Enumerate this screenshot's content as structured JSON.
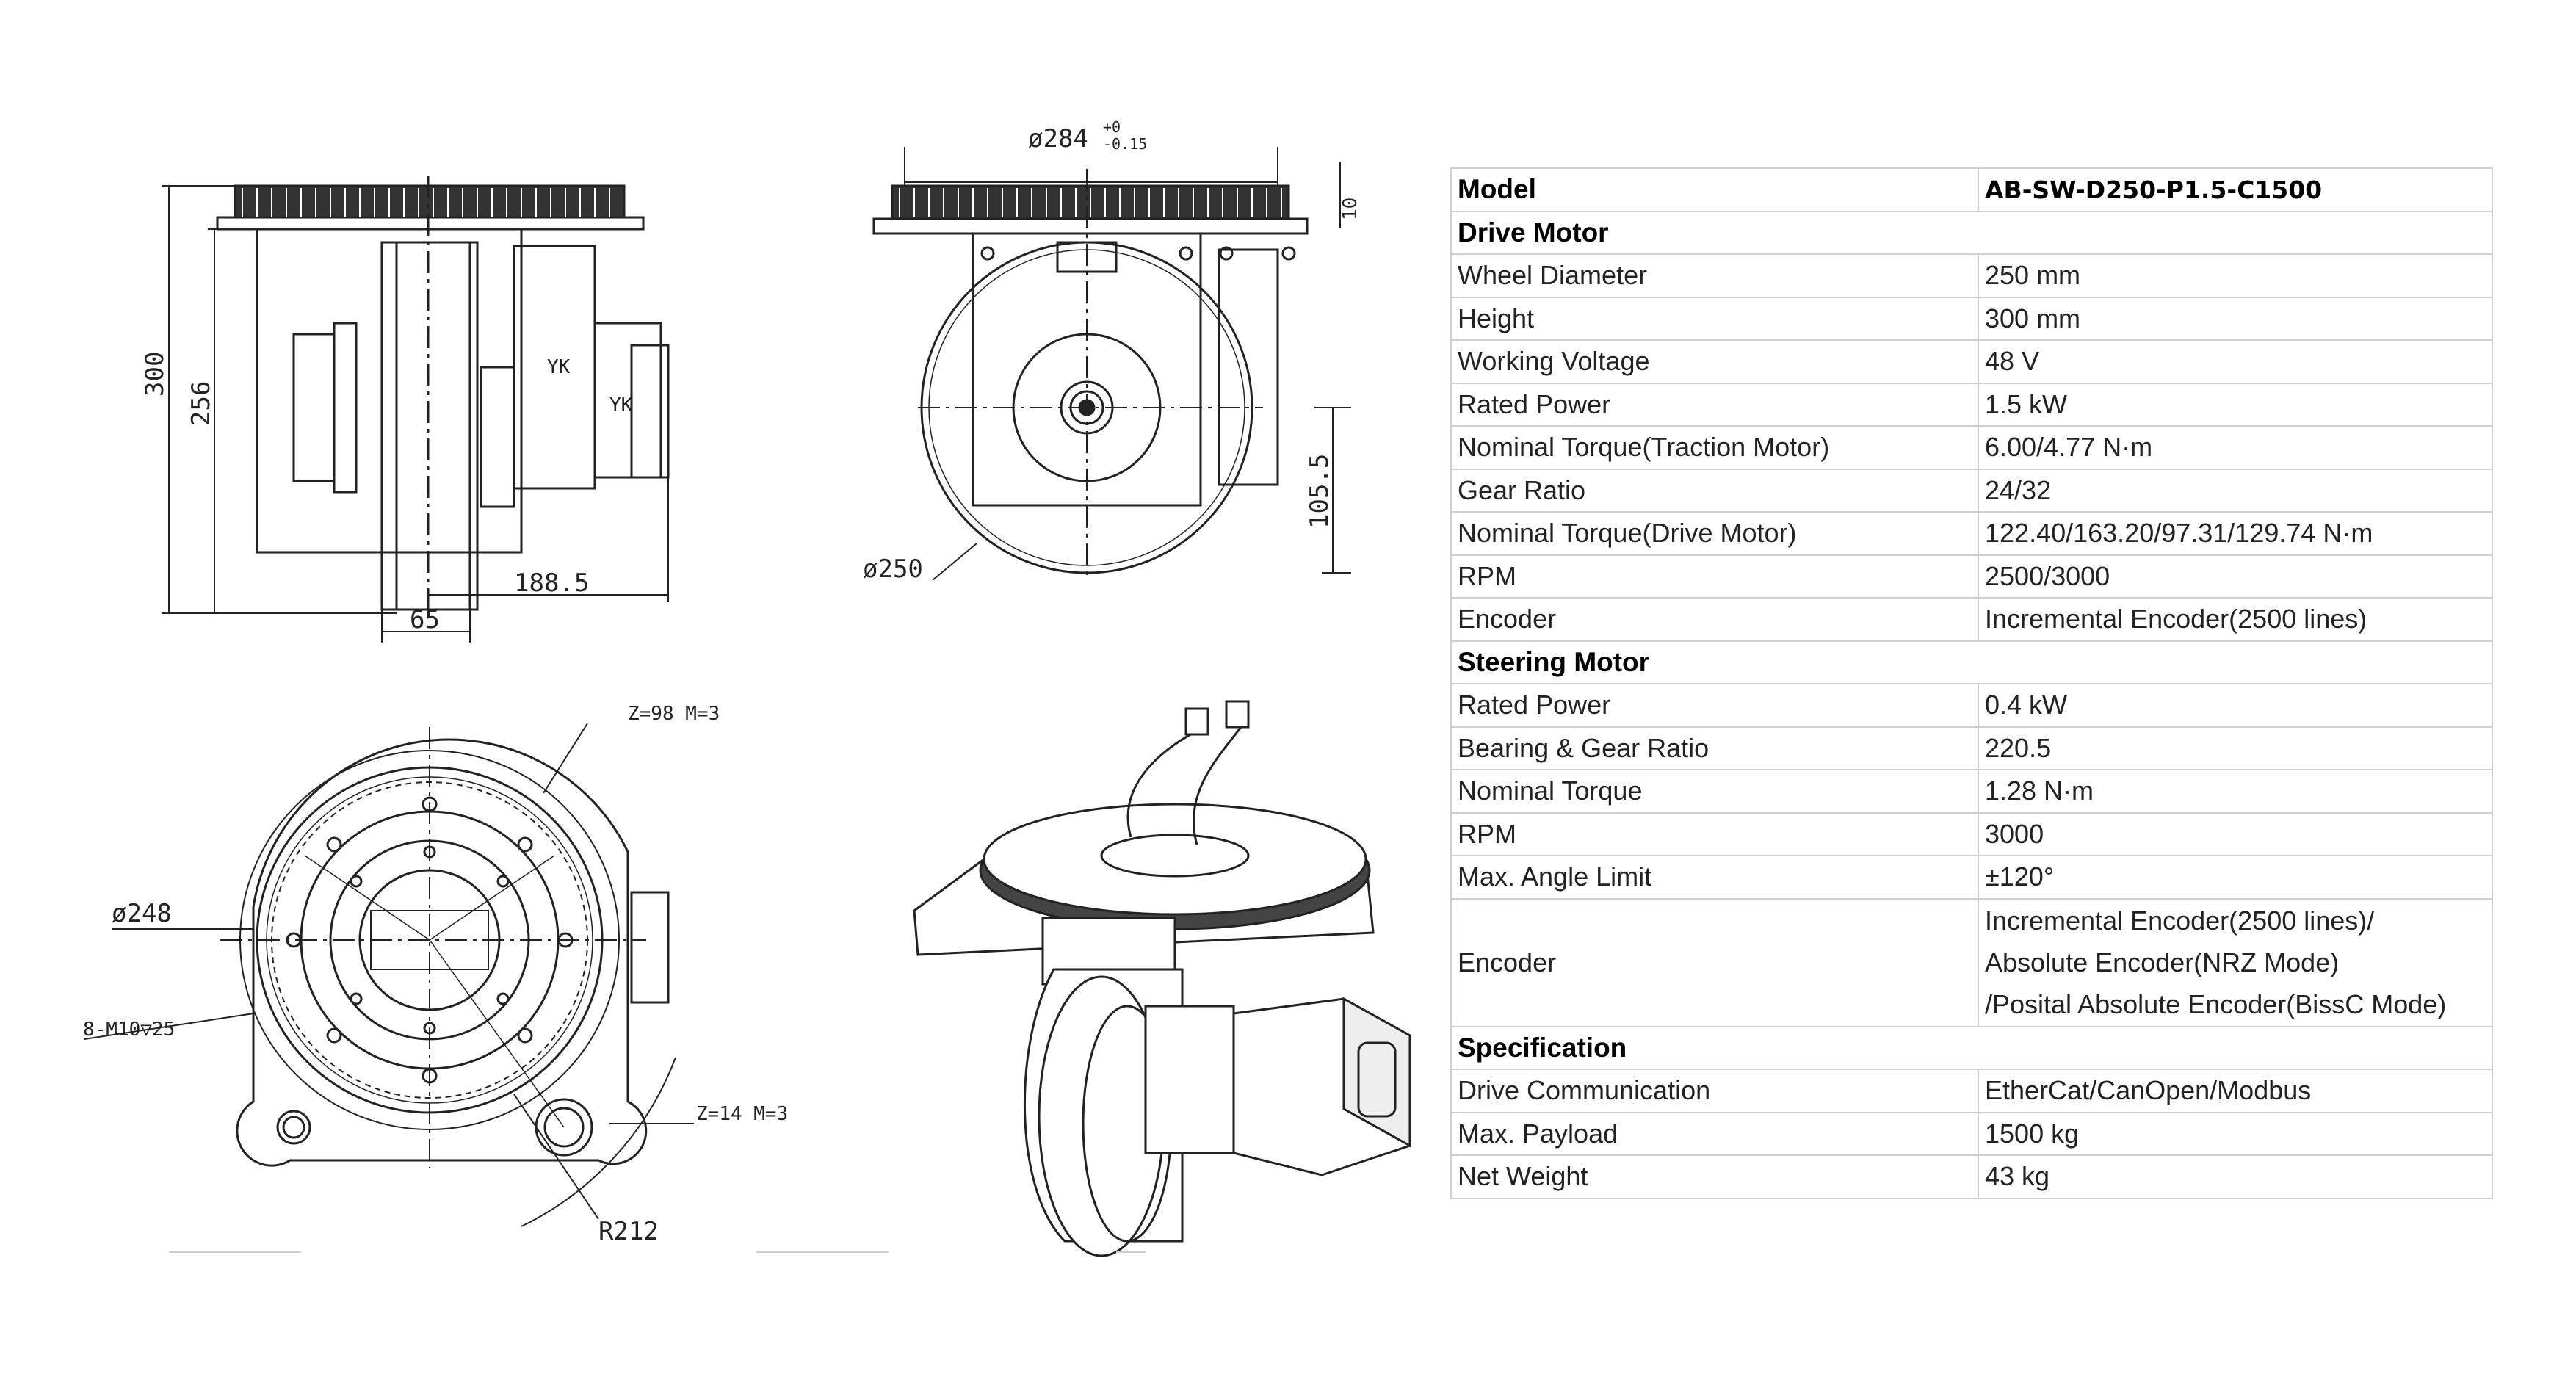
{
  "drawing_labels": {
    "side_height_total": "300",
    "side_height_inner": "256",
    "side_motor_mark_1": "YK",
    "side_motor_mark_2": "YK",
    "side_width_right": "188.5",
    "side_width_bottom": "65",
    "front_top_diameter": "ø284",
    "front_tolerance_upper": "+0",
    "front_tolerance_lower": "-0.15",
    "front_flange_thickness": "10",
    "front_axle_height": "105.5",
    "front_wheel_diameter": "ø250",
    "plan_ring_gear": "Z=98  M=3",
    "plan_bolt_circle": "ø248",
    "plan_bolts": "8-M10▽25",
    "plan_pinion": "Z=14  M=3",
    "plan_radius": "R212"
  },
  "spec_table": {
    "model_label": "Model",
    "model_value": "AB-SW-D250-P1.5-C1500",
    "drive_motor_heading": "Drive Motor",
    "drive_motor_rows": [
      {
        "key": "Wheel Diameter",
        "value": "250 mm"
      },
      {
        "key": "Height",
        "value": "300 mm"
      },
      {
        "key": "Working Voltage",
        "value": "48 V"
      },
      {
        "key": "Rated Power",
        "value": "1.5 kW"
      },
      {
        "key": "Nominal Torque(Traction Motor)",
        "value": "6.00/4.77 N·m"
      },
      {
        "key": "Gear Ratio",
        "value": "24/32"
      },
      {
        "key": "Nominal Torque(Drive Motor)",
        "value": "122.40/163.20/97.31/129.74 N·m"
      },
      {
        "key": "RPM",
        "value": "2500/3000"
      },
      {
        "key": "Encoder",
        "value": "Incremental Encoder(2500 lines)"
      }
    ],
    "steering_motor_heading": "Steering Motor",
    "steering_motor_rows": [
      {
        "key": "Rated Power",
        "value": "0.4 kW"
      },
      {
        "key": "Bearing & Gear Ratio",
        "value": "220.5"
      },
      {
        "key": "Nominal Torque",
        "value": "1.28 N·m"
      },
      {
        "key": "RPM",
        "value": "3000"
      },
      {
        "key": "Max. Angle Limit",
        "value": "±120°"
      }
    ],
    "steering_encoder_key": "Encoder",
    "steering_encoder_lines": [
      "Incremental Encoder(2500 lines)/",
      "Absolute Encoder(NRZ Mode)",
      "/Posital Absolute Encoder(BissC Mode)"
    ],
    "specification_heading": "Specification",
    "specification_rows": [
      {
        "key": "Drive Communication",
        "value": "EtherCat/CanOpen/Modbus"
      },
      {
        "key": "Max. Payload",
        "value": "1500 kg"
      },
      {
        "key": "Net Weight",
        "value": "43 kg"
      }
    ]
  }
}
